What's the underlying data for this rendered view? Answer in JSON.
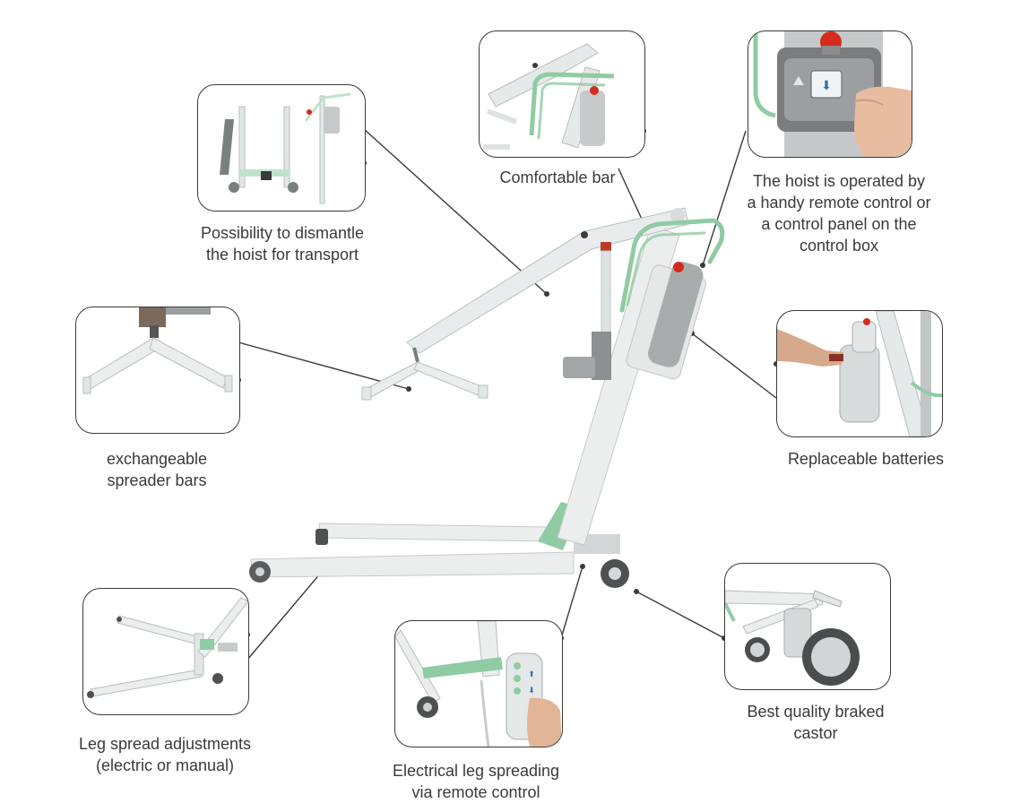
{
  "captions": {
    "dismantle": [
      "Possibility to dismantle",
      "the hoist for transport"
    ],
    "comfortable_bar": "Comfortable bar",
    "remote_control": [
      "The hoist is operated by",
      "a handy remote control or",
      "a control panel on the",
      "control box"
    ],
    "spreader_bars": [
      "exchangeable",
      "spreader bars"
    ],
    "batteries": "Replaceable batteries",
    "leg_spread": [
      "Leg spread adjustments",
      "(electric or manual)"
    ],
    "leg_spreading": [
      "Electrical leg spreading",
      "via remote control"
    ],
    "castor": [
      "Best quality braked",
      "castor"
    ]
  },
  "colors": {
    "frame": "#e9ecec",
    "frame_shadow": "#b9c0c2",
    "green": "#8fcba3",
    "dark_grey": "#6d6f70",
    "red": "#d52b1e",
    "line": "#3a3a3a"
  },
  "icons": {
    "down_arrow": "⬇",
    "up_arrow": "⬆"
  }
}
